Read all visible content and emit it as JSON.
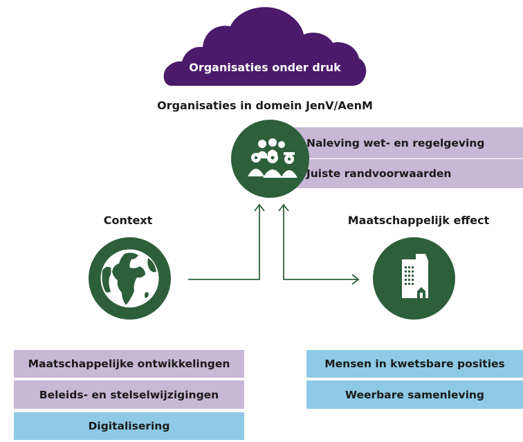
{
  "cloud": {
    "label": "Organisaties onder druk",
    "color": "#4b1a6b"
  },
  "organisations": {
    "heading": "Organisaties in domein JenV/AenM",
    "icon": "people-group-icon",
    "items": [
      "Naleving wet- en regelgeving",
      "Juiste randvoorwaarden"
    ]
  },
  "context": {
    "heading": "Context",
    "icon": "globe-icon",
    "items": [
      "Maatschappelijke ontwikkelingen",
      "Beleids- en stelselwijzigingen",
      "Digitalisering"
    ]
  },
  "effect": {
    "heading": "Maatschappelijk effect",
    "icon": "buildings-icon",
    "items": [
      "Mensen in kwetsbare posities",
      "Weerbare samenleving"
    ]
  },
  "colors": {
    "green": "#2d5f3a",
    "lilac": "#c7b8d6",
    "blue": "#8ecae6",
    "purple": "#4b1a6b"
  }
}
